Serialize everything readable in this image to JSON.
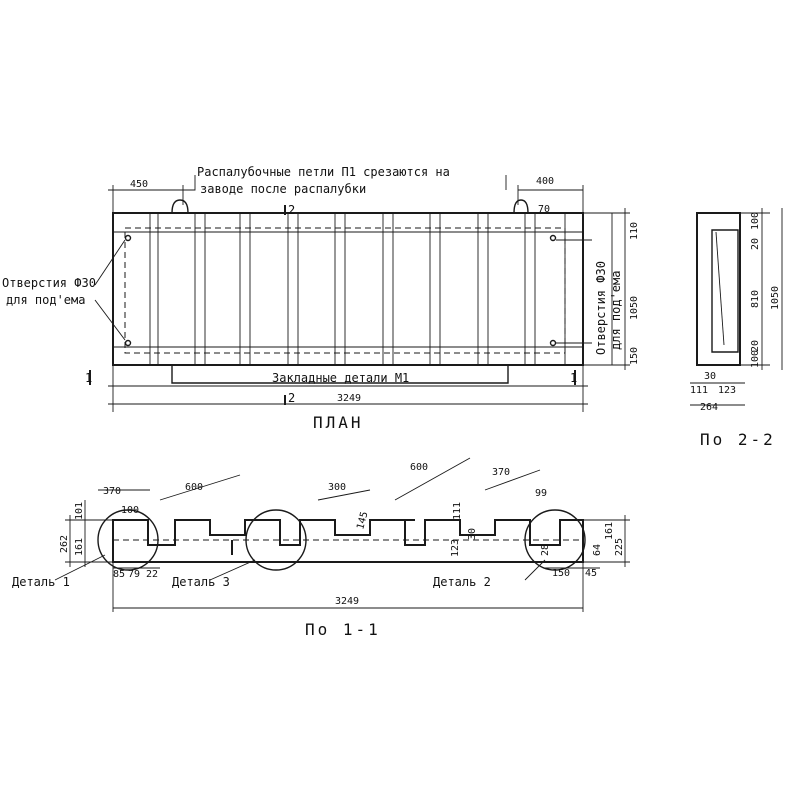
{
  "notes": {
    "formwork_loops": [
      "Распалубочные петли П1 срезаются на",
      "заводе после распалубки"
    ],
    "holes_left": [
      "Отверстия Ф30",
      "для под'ема"
    ],
    "holes_right": [
      "Отверстия Ф30",
      "для под'ема"
    ],
    "embedded_parts": "Закладные детали М1"
  },
  "titles": {
    "plan": "ПЛАН",
    "section_1_1": "По 1-1",
    "section_2_2": "По 2-2"
  },
  "details": {
    "detail1": "Деталь 1",
    "detail2": "Деталь 2",
    "detail3": "Деталь 3"
  },
  "markers": {
    "cut1": "1",
    "cut2": "2"
  },
  "plan_dims": {
    "left_offset": "450",
    "right_offset": "400",
    "total_length": "3249",
    "height": "1050",
    "top_edge": "110",
    "bottom_edge": "150",
    "small_right": "70"
  },
  "section_2_2_dims": {
    "top": "100",
    "top2": "20",
    "middle": "810",
    "bottom": "100",
    "bottom2": "20",
    "total": "1050",
    "w1": "30",
    "w2": "111",
    "w3": "123",
    "width": "264"
  },
  "section_1_1_dims": {
    "d370a": "370",
    "d100": "100",
    "d600a": "600",
    "d300": "300",
    "d145": "145",
    "d600b": "600",
    "d370b": "370",
    "d99": "99",
    "d111": "111",
    "d101": "101",
    "d262": "262",
    "d161": "161",
    "d123": "123",
    "d30": "30",
    "d28": "28",
    "d64": "64",
    "d161b": "161",
    "d225": "225",
    "b85": "85",
    "b79": "79",
    "b22": "22",
    "b150": "150",
    "b45": "45",
    "total": "3249"
  }
}
